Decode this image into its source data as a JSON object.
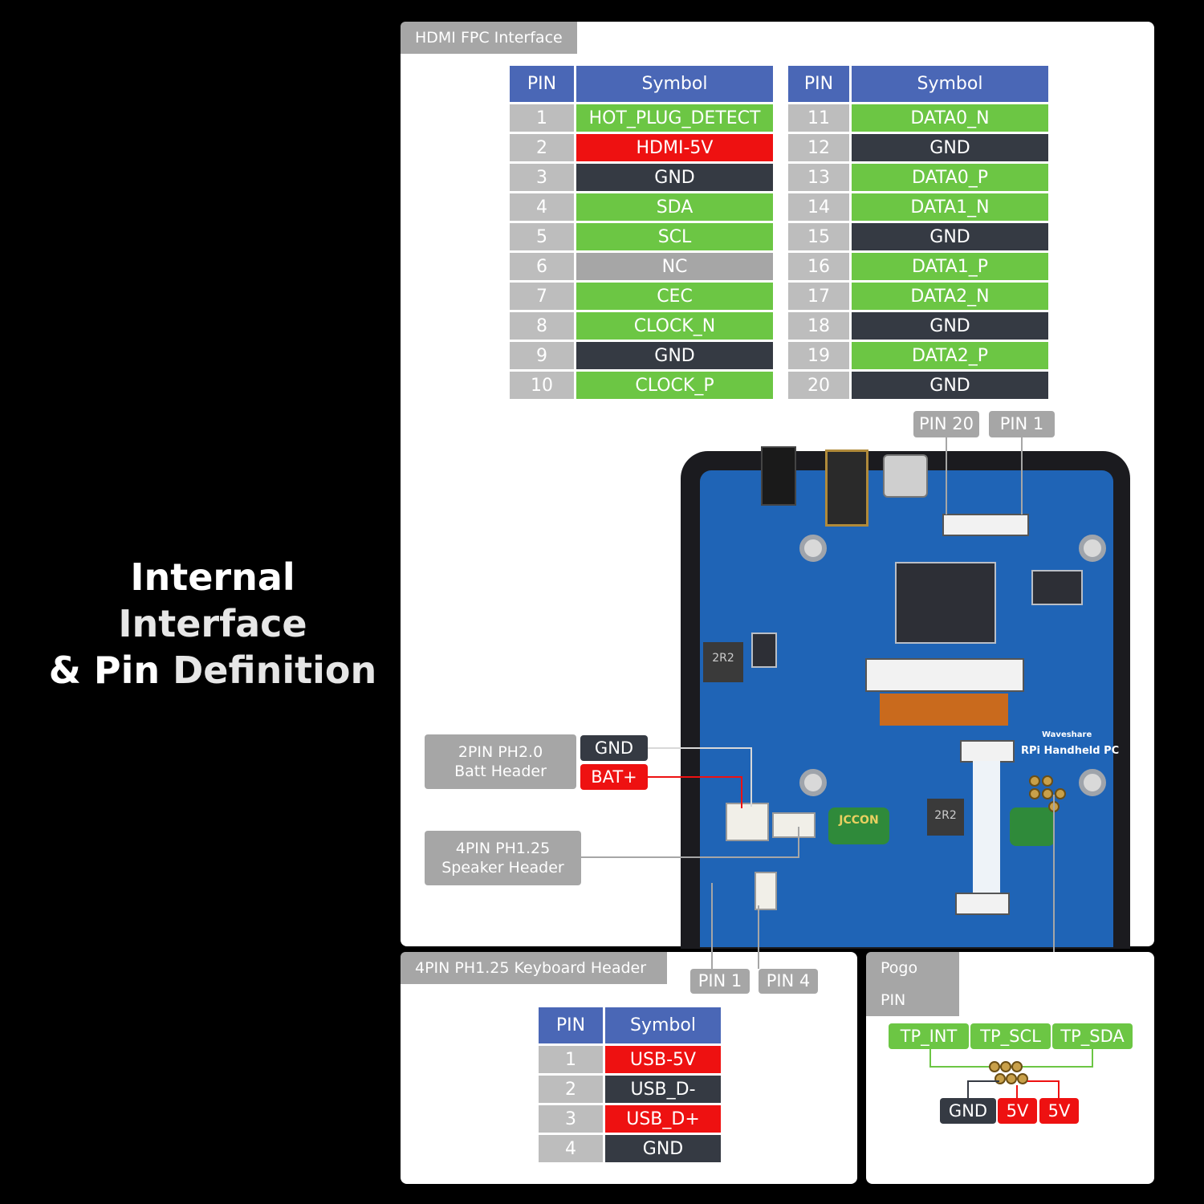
{
  "title": {
    "line1_a": "Internal",
    "line1_b": "Interface",
    "line2_a": "& Pin",
    "line2_b": "Definition"
  },
  "hdmi": {
    "tab": "HDMI FPC Interface",
    "headers": {
      "pin": "PIN",
      "symbol": "Symbol"
    },
    "left": [
      {
        "pin": "1",
        "symbol": "HOT_PLUG_DETECT",
        "color": "green"
      },
      {
        "pin": "2",
        "symbol": "HDMI-5V",
        "color": "red"
      },
      {
        "pin": "3",
        "symbol": "GND",
        "color": "dark"
      },
      {
        "pin": "4",
        "symbol": "SDA",
        "color": "green"
      },
      {
        "pin": "5",
        "symbol": "SCL",
        "color": "green"
      },
      {
        "pin": "6",
        "symbol": "NC",
        "color": "grey"
      },
      {
        "pin": "7",
        "symbol": "CEC",
        "color": "green"
      },
      {
        "pin": "8",
        "symbol": "CLOCK_N",
        "color": "green"
      },
      {
        "pin": "9",
        "symbol": "GND",
        "color": "dark"
      },
      {
        "pin": "10",
        "symbol": "CLOCK_P",
        "color": "green"
      }
    ],
    "right": [
      {
        "pin": "11",
        "symbol": "DATA0_N",
        "color": "green"
      },
      {
        "pin": "12",
        "symbol": "GND",
        "color": "dark"
      },
      {
        "pin": "13",
        "symbol": "DATA0_P",
        "color": "green"
      },
      {
        "pin": "14",
        "symbol": "DATA1_N",
        "color": "green"
      },
      {
        "pin": "15",
        "symbol": "GND",
        "color": "dark"
      },
      {
        "pin": "16",
        "symbol": "DATA1_P",
        "color": "green"
      },
      {
        "pin": "17",
        "symbol": "DATA2_N",
        "color": "green"
      },
      {
        "pin": "18",
        "symbol": "GND",
        "color": "dark"
      },
      {
        "pin": "19",
        "symbol": "DATA2_P",
        "color": "green"
      },
      {
        "pin": "20",
        "symbol": "GND",
        "color": "dark"
      }
    ],
    "pin20": "PIN 20",
    "pin1": "PIN 1"
  },
  "batt": {
    "label_line1": "2PIN PH2.0",
    "label_line2": "Batt Header",
    "gnd": "GND",
    "bat": "BAT+"
  },
  "speaker": {
    "label_line1": "4PIN PH1.25",
    "label_line2": "Speaker Header"
  },
  "board": {
    "logo": "Waveshare",
    "name": "RPi Handheld PC",
    "inductor1": "2R2",
    "inductor2": "2R2",
    "cap": "JCCON"
  },
  "keyboard": {
    "tab": "4PIN PH1.25 Keyboard Header",
    "pin1": "PIN 1",
    "pin4": "PIN 4",
    "headers": {
      "pin": "PIN",
      "symbol": "Symbol"
    },
    "rows": [
      {
        "pin": "1",
        "symbol": "USB-5V",
        "color": "red"
      },
      {
        "pin": "2",
        "symbol": "USB_D-",
        "color": "dark"
      },
      {
        "pin": "3",
        "symbol": "USB_D+",
        "color": "red"
      },
      {
        "pin": "4",
        "symbol": "GND",
        "color": "dark"
      }
    ]
  },
  "pogo": {
    "tab": "Pogo PIN",
    "top": [
      "TP_INT",
      "TP_SCL",
      "TP_SDA"
    ],
    "bottom": [
      "GND",
      "5V",
      "5V"
    ]
  },
  "colors": {
    "green": "#6cc644",
    "red": "#ee1111",
    "dark": "#353a43",
    "grey": "#a6a6a6",
    "header": "#4a67b6"
  }
}
